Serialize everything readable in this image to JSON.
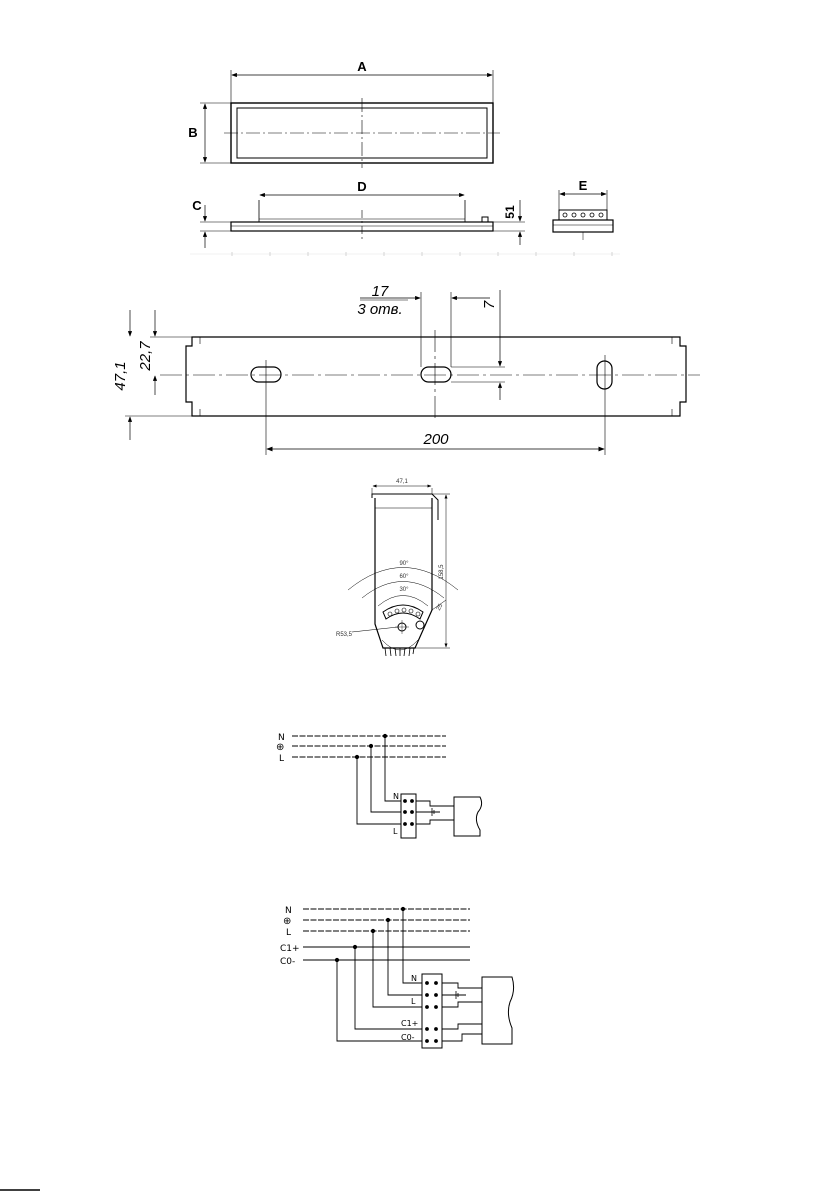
{
  "top_view": {
    "dim_a": "A",
    "dim_b": "B",
    "dim_c": "C",
    "dim_d": "D",
    "dim_e": "E",
    "dim_51": "51"
  },
  "mount_plate": {
    "dim_17": "17",
    "holes_note": "3 отв.",
    "dim_7": "7",
    "dim_22_7": "22,7",
    "dim_47_1": "47,1",
    "dim_200": "200"
  },
  "bracket": {
    "width": "47,1",
    "height": "158,5",
    "angle_90": "90°",
    "angle_60": "60°",
    "angle_30": "30°",
    "radius": "R53,5",
    "radius_small": "25"
  },
  "wiring_1": {
    "line_n": "N",
    "line_pe": "⊕",
    "line_l": "L",
    "term_n": "N",
    "term_l": "L"
  },
  "wiring_2": {
    "line_n": "N",
    "line_pe": "⊕",
    "line_l": "L",
    "line_c1": "C1+",
    "line_c0": "C0-",
    "term_n": "N",
    "term_l": "L",
    "term_c1": "C1+",
    "term_c0": "C0-"
  }
}
